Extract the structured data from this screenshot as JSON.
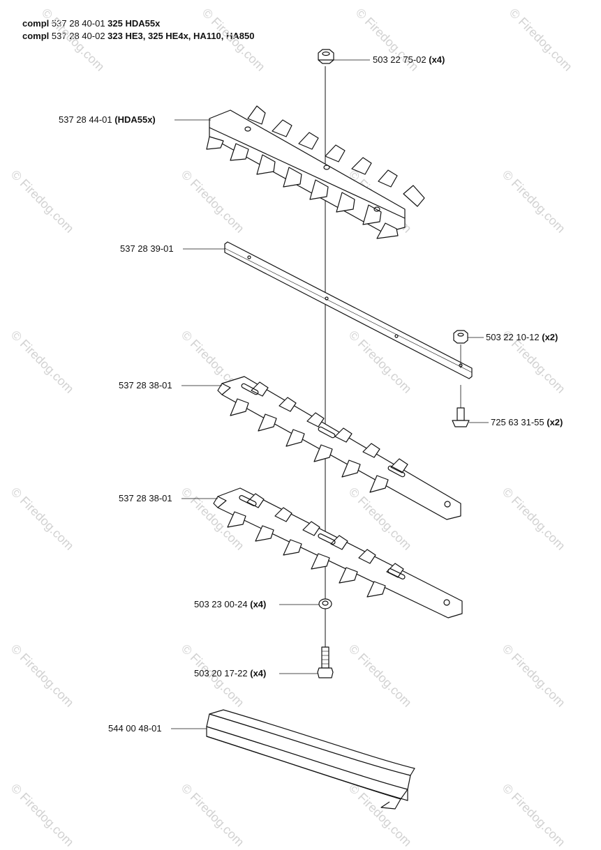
{
  "header": {
    "line1": {
      "prefix": "compl",
      "part": "537 28 40-01",
      "models": "325 HDA55x"
    },
    "line2": {
      "prefix": "compl",
      "part": "537 28 40-02",
      "models": "323 HE3, 325 HE4x, HA110, HA850"
    }
  },
  "parts": [
    {
      "id": "nut-top",
      "number": "503 22 75-02",
      "qty": "(x4)"
    },
    {
      "id": "blade-guard",
      "number": "537 28 44-01",
      "qty": "(HDA55x)"
    },
    {
      "id": "guide-bar",
      "number": "537 28 39-01",
      "qty": ""
    },
    {
      "id": "lock-nut",
      "number": "503 22 10-12",
      "qty": "(x2)"
    },
    {
      "id": "blade-upper",
      "number": "537 28 38-01",
      "qty": ""
    },
    {
      "id": "screw-flat",
      "number": "725 63 31-55",
      "qty": "(x2)"
    },
    {
      "id": "blade-lower",
      "number": "537 28 38-01",
      "qty": ""
    },
    {
      "id": "washer",
      "number": "503 23 00-24",
      "qty": "(x4)"
    },
    {
      "id": "bolt",
      "number": "503 20 17-22",
      "qty": "(x4)"
    },
    {
      "id": "blade-cover",
      "number": "544 00 48-01",
      "qty": ""
    }
  ],
  "watermark": {
    "text": "© Firedog.com"
  }
}
